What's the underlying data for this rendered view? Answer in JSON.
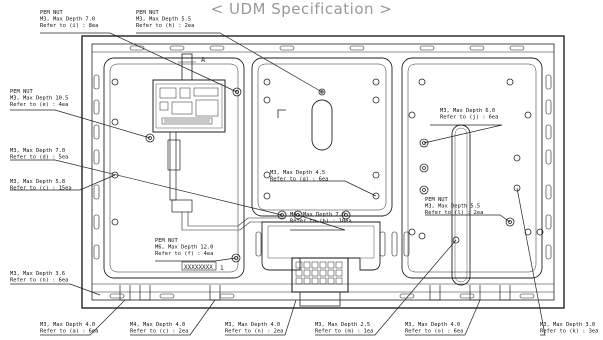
{
  "title": "< UDM Specification >",
  "colors": {
    "line": "#222222",
    "title": "#999999"
  },
  "center_label": "A",
  "serial_label": "XXXXXXXX",
  "small_number": "1",
  "callouts": [
    {
      "lines": [
        "PEM NUT",
        "M3, Max Depth 7.0",
        "Refer to (i) : 8ea"
      ]
    },
    {
      "lines": [
        "PEM NUT",
        "M3, Max Depth 5.5",
        "Refer to (h) : 2ea"
      ]
    },
    {
      "lines": [
        "PEM NUT",
        "M3, Max Depth 10.5",
        "Refer to (e) : 4ea"
      ]
    },
    {
      "lines": [
        "M3, Max Depth 7.0",
        "Refer to (d) : 5ea"
      ]
    },
    {
      "lines": [
        "M3, Max Depth 5.8",
        "Refer to (c) : 15ea"
      ]
    },
    {
      "lines": [
        "M3, Max Depth 4.5",
        "Refer to (g) : 6ea"
      ]
    },
    {
      "lines": [
        "M3, Max Depth 6.0",
        "Refer to (j) : 6ea"
      ]
    },
    {
      "lines": [
        "PEM NUT",
        "M3, Max Depth 5.5",
        "Refer to (l) : 2ea"
      ]
    },
    {
      "lines": [
        "M4, Max Depth 7.0",
        "Refer to (b) : 10ea"
      ]
    },
    {
      "lines": [
        "PEM NUT",
        "M6, Max Depth 12.0",
        "Refer to (f) : 4ea"
      ]
    },
    {
      "lines": [
        "M3, Max Depth 3.6",
        "Refer to (n) : 6ea"
      ]
    },
    {
      "lines": [
        "M3, Max Depth 4.0",
        "Refer to (a) : 6ea"
      ]
    },
    {
      "lines": [
        "M4, Max Depth 4.0",
        "Refer to (c) : 2ea"
      ]
    },
    {
      "lines": [
        "M3, Max Depth 4.0",
        "Refer to (n) : 2ea"
      ]
    },
    {
      "lines": [
        "M3, Max Depth 2.5",
        "Refer to (m) : 1ea"
      ]
    },
    {
      "lines": [
        "M3, Max Depth 4.0",
        "Refer to (o) : 6ea"
      ]
    },
    {
      "lines": [
        "M3, Max Depth 3.0",
        "Refer to (k) : 3ea"
      ]
    }
  ]
}
